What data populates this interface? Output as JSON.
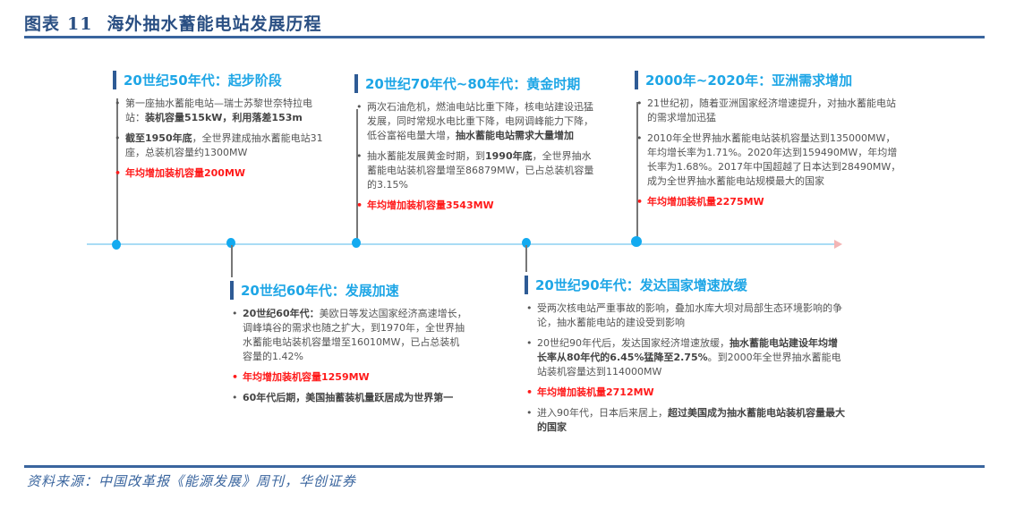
{
  "figure": {
    "label": "图表",
    "number": "11",
    "title": "海外抽水蓄能电站发展历程",
    "source": "资料来源：中国改革报《能源发展》周刊，华创证券"
  },
  "colors": {
    "title": "#2a4f83",
    "rule": "#3a659e",
    "heading": "#1ea6e6",
    "accent_bar": "#2e5b95",
    "axis": "#a9dcf5",
    "dot": "#12aaf0",
    "highlight": "#ff1a1a",
    "arrow": "#f3b5b5"
  },
  "timeline": [
    {
      "heading": "20世纪50年代：起步阶段",
      "position": "above",
      "bullets": [
        {
          "pre": "第一座抽水蓄能电站—瑞士苏黎世奈特拉电站：",
          "bold": "装机容量515kW，利用落差153m",
          "post": ""
        },
        {
          "pre": "",
          "bold": "截至1950年底",
          "post": "，全世界建成抽水蓄能电站31座，总装机容量约1300MW"
        },
        {
          "highlight": "年均增加装机容量200MW"
        }
      ]
    },
    {
      "heading": "20世纪60年代：发展加速",
      "position": "below",
      "bullets": [
        {
          "pre": "",
          "bold": "20世纪60年代：",
          "post": "美欧日等发达国家经济高速增长，调峰填谷的需求也随之扩大，到1970年，全世界抽水蓄能电站装机容量增至16010MW，已占总装机容量的1.42%"
        },
        {
          "highlight": "年均增加装机容量1259MW"
        },
        {
          "pre": "",
          "bold": "60年代后期，美国抽蓄装机量跃居成为世界第一",
          "post": ""
        }
      ]
    },
    {
      "heading": "20世纪70年代~80年代：黄金时期",
      "position": "above",
      "bullets": [
        {
          "pre": "两次石油危机，燃油电站比重下降，核电站建设迅猛发展，同时常规水电比重下降，电网调峰能力下降，低谷富裕电量大增，",
          "bold": "抽水蓄能电站需求大量增加",
          "post": ""
        },
        {
          "pre": "抽水蓄能发展黄金时期，到",
          "bold": "1990年底",
          "post": "，全世界抽水蓄能电站装机容量增至86879MW，已占总装机容量的3.15%"
        },
        {
          "highlight": "年均增加装机容量3543MW"
        }
      ]
    },
    {
      "heading": "20世纪90年代：发达国家增速放缓",
      "position": "below",
      "bullets": [
        {
          "pre": "受两次核电站严重事故的影响，叠加水库大坝对局部生态环境影响的争论，抽水蓄能电站的建设受到影响",
          "bold": "",
          "post": ""
        },
        {
          "pre": "20世纪90年代后，发达国家经济增速放缓，",
          "bold": "抽水蓄能电站建设年均增长率从80年代的6.45%猛降至2.75%",
          "post": "。到2000年全世界抽水蓄能电站装机容量达到114000MW"
        },
        {
          "highlight": "年均增加装机量2712MW"
        },
        {
          "pre": "进入90年代，日本后来居上，",
          "bold": "超过美国成为抽水蓄能电站装机容量最大的国家",
          "post": ""
        }
      ]
    },
    {
      "heading": "2000年~2020年：亚洲需求增加",
      "position": "above",
      "bullets": [
        {
          "pre": "21世纪初，随着亚洲国家经济增速提升，对抽水蓄能电站的需求增加迅猛",
          "bold": "",
          "post": ""
        },
        {
          "pre": "2010年全世界抽水蓄能电站装机容量达到135000MW，年均增长率为1.71%。2020年达到159490MW，年均增长率为1.68%。2017年中国超越了日本达到28490MW，成为全世界抽水蓄能电站规模最大的国家",
          "bold": "",
          "post": ""
        },
        {
          "highlight": "年均增加装机量2275MW"
        }
      ]
    }
  ]
}
